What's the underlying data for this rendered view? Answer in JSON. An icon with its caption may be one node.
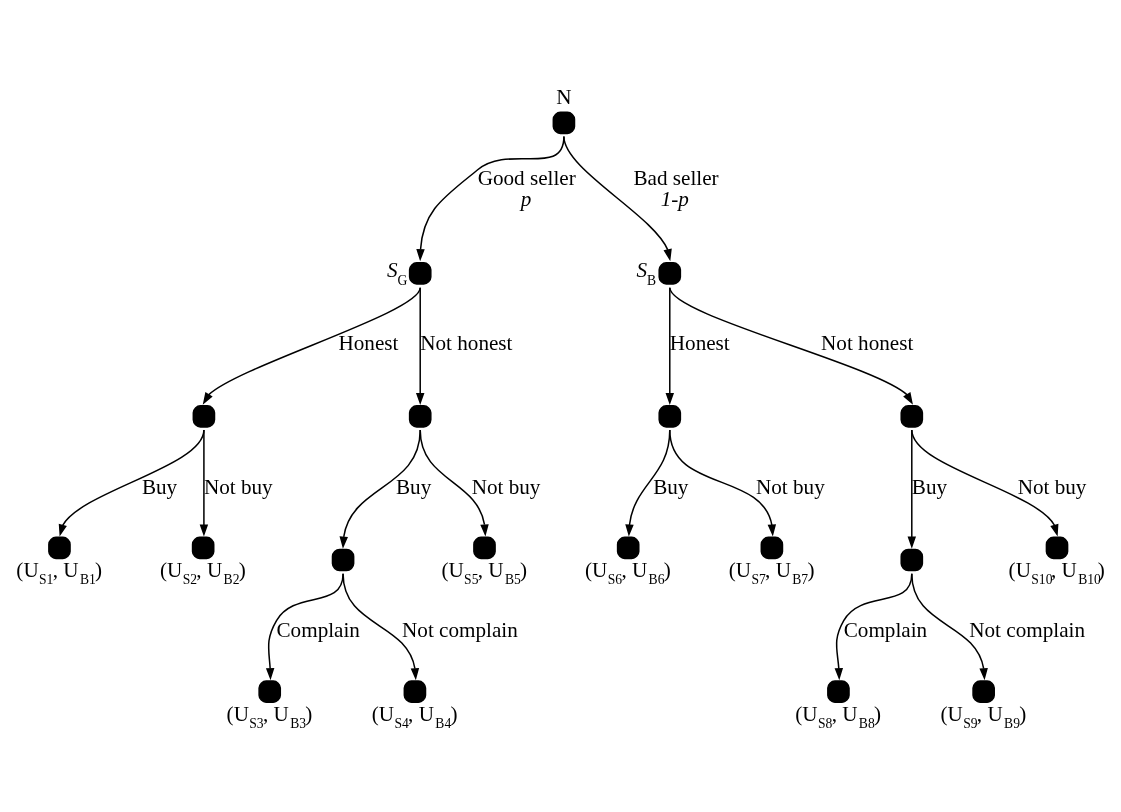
{
  "diagram": {
    "nodes": [
      {
        "text": [],
        "shape": "circle",
        "beside": [
          "N"
        ]
      },
      {
        "text": [],
        "shape": "circle",
        "beside": [
          "*S*$_{G}$"
        ]
      },
      {
        "text": [],
        "shape": "circle",
        "beside": [
          "*S*$_{B}$"
        ]
      },
      {
        "text": [],
        "shape": "circle"
      },
      {
        "text": [],
        "shape": "circle"
      },
      {
        "text": [],
        "shape": "circle",
        "beside": [
          "(U$_{S1}$, U$_{B1}$)"
        ]
      },
      {
        "text": [],
        "shape": "circle",
        "beside": [
          "(U$_{S2}$, U$_{B2}$)"
        ]
      },
      {
        "text": [],
        "shape": "circle"
      },
      {
        "text": [],
        "shape": "circle",
        "beside": [
          "(U$_{S5}$, U$_{B5}$)"
        ]
      },
      {
        "text": [],
        "shape": "circle"
      },
      {
        "text": [],
        "shape": "circle"
      },
      {
        "text": [],
        "shape": "circle",
        "beside": [
          "(U$_{S3}$, U$_{B3}$)"
        ]
      },
      {
        "text": [],
        "shape": "circle",
        "beside": [
          "(U$_{S4}$, U$_{B4}$)"
        ]
      },
      {
        "text": [],
        "shape": "circle",
        "beside": [
          "(U$_{S6}$, U$_{B6}$)"
        ]
      },
      {
        "text": [],
        "shape": "circle",
        "beside": [
          "(U$_{S7}$, U$_{B7}$)"
        ]
      },
      {
        "text": [],
        "shape": "circle"
      },
      {
        "text": [],
        "shape": "circle",
        "beside": [
          "(U$_{S10}$, U$_{B10}$)"
        ]
      },
      {
        "text": [],
        "shape": "circle",
        "beside": [
          "(U$_{S8}$, U$_{B8}$)"
        ]
      },
      {
        "text": [],
        "shape": "circle",
        "beside": [
          "(U$_{S9}$, U$_{B9}$)"
        ]
      }
    ],
    "edges": [
      {
        "from": 0,
        "to": 1,
        "arrow": "to",
        "label": "Good seller *p*"
      },
      {
        "from": 0,
        "to": 2,
        "arrow": "to",
        "label": "Bad seller *1-p*"
      },
      {
        "from": 1,
        "to": 3,
        "arrow": "to",
        "label": "Honest"
      },
      {
        "from": 1,
        "to": 4,
        "arrow": "to",
        "label": "Not honest"
      },
      {
        "from": 3,
        "to": 5,
        "arrow": "to",
        "label": "Buy"
      },
      {
        "from": 3,
        "to": 6,
        "arrow": "to",
        "label": "Not buy"
      },
      {
        "from": 4,
        "to": 7,
        "arrow": "to",
        "label": "Buy"
      },
      {
        "from": 4,
        "to": 8,
        "arrow": "to",
        "label": "Not buy"
      },
      {
        "from": 2,
        "to": 9,
        "arrow": "to",
        "label": "Honest"
      },
      {
        "from": 2,
        "to": 10,
        "arrow": "to",
        "label": "Not honest"
      },
      {
        "from": 7,
        "to": 11,
        "arrow": "to",
        "label": "Complain"
      },
      {
        "from": 7,
        "to": 12,
        "arrow": "to",
        "label": "Not complain"
      },
      {
        "from": 9,
        "to": 13,
        "arrow": "to",
        "label": "Buy"
      },
      {
        "from": 9,
        "to": 14,
        "arrow": "to",
        "label": "Not buy"
      },
      {
        "from": 10,
        "to": 15,
        "arrow": "to",
        "label": "Buy"
      },
      {
        "from": 10,
        "to": 16,
        "arrow": "to",
        "label": "Not buy"
      },
      {
        "from": 15,
        "to": 17,
        "arrow": "to",
        "label": "Complain"
      },
      {
        "from": 15,
        "to": 18,
        "arrow": "to",
        "label": "Not complain"
      }
    ]
  }
}
